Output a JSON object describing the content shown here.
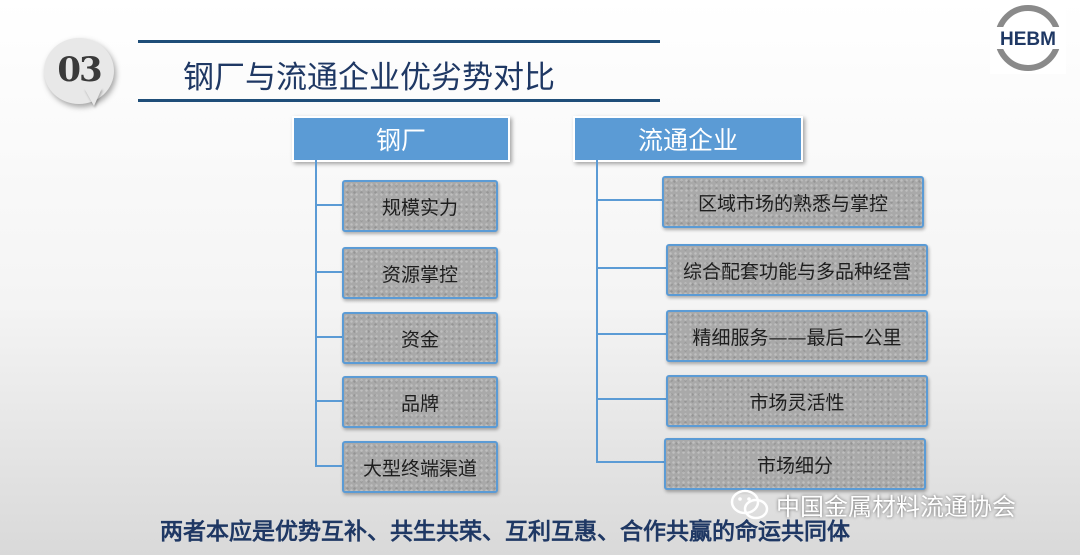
{
  "section": {
    "number": "03"
  },
  "title": "钢厂与流通企业优劣势对比",
  "logo": {
    "text": "HEBM"
  },
  "left": {
    "header": "钢厂",
    "items": [
      "规模实力",
      "资源掌控",
      "资金",
      "品牌",
      "大型终端渠道"
    ]
  },
  "right": {
    "header": "流通企业",
    "items": [
      "区域市场的熟悉与掌控",
      "综合配套功能与多品种经营",
      "精细服务——最后一公里",
      "市场灵活性",
      "市场细分"
    ]
  },
  "footer": "两者本应是优势互补、共生共荣、互利互惠、合作共赢的命运共同体",
  "watermark": {
    "text": "中国金属材料流通协会",
    "icon": "wechat-icon"
  },
  "colors": {
    "accent": "#5b9bd5",
    "title": "#1f3864",
    "item_fill": "#a9a9a9"
  }
}
